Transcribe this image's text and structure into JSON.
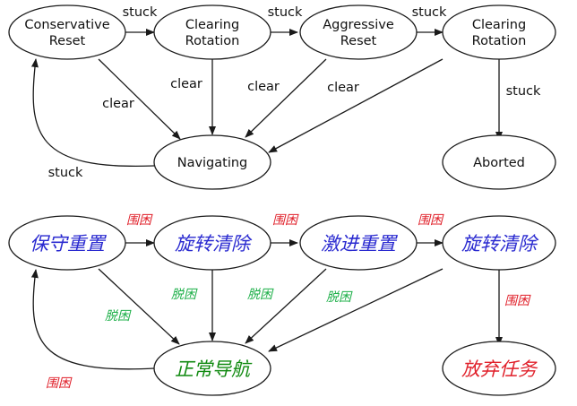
{
  "english": {
    "nodes": {
      "conservative_reset": [
        "Conservative",
        "Reset"
      ],
      "clearing_rotation_1": [
        "Clearing",
        "Rotation"
      ],
      "aggressive_reset": [
        "Aggressive",
        "Reset"
      ],
      "clearing_rotation_2": [
        "Clearing",
        "Rotation"
      ],
      "navigating": "Navigating",
      "aborted": "Aborted"
    },
    "edges": {
      "stuck": "stuck",
      "clear": "clear"
    }
  },
  "chinese": {
    "nodes": {
      "conservative_reset": "保守重置",
      "clearing_rotation_1": "旋转清除",
      "aggressive_reset": "激进重置",
      "clearing_rotation_2": "旋转清除",
      "navigating": "正常导航",
      "aborted": "放弃任务"
    },
    "edges": {
      "stuck": "围困",
      "clear": "脱困"
    }
  },
  "colors": {
    "zh_recovery_node": "#2a2ad0",
    "zh_navigating_node": "#118a11",
    "zh_aborted_node": "#e0202a",
    "zh_stuck_edge": "#e0202a",
    "zh_clear_edge": "#1fb04a"
  }
}
